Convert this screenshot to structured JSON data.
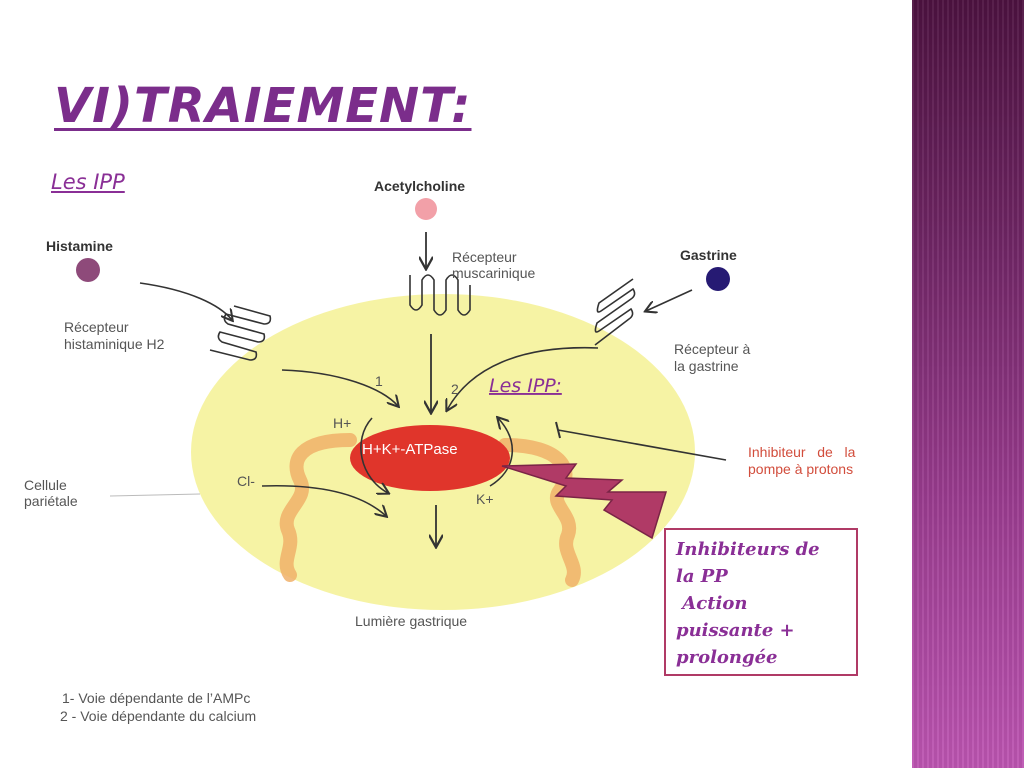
{
  "slide": {
    "title": "VI)TRAIEMENT:",
    "subtitle": "Les IPP"
  },
  "colors": {
    "title": "#7b2d8b",
    "cell": "#f6f3a4",
    "pump": "#e0352b",
    "accent_band": "#9a3c8f",
    "lightning": "#b03a66",
    "histamine_dot": "#8e4a7a",
    "acetylcholine_dot": "#f2a0a8",
    "gastrine_dot": "#261a73"
  },
  "diagram": {
    "histamine": "Histamine",
    "acetylcholine": "Acetylcholine",
    "gastrine": "Gastrine",
    "rec_muscarinique_1": "Récepteur",
    "rec_muscarinique_2": "muscarinique",
    "rec_h2_1": "Récepteur",
    "rec_h2_2": "histaminique H2",
    "rec_gastrine_1": "Récepteur à",
    "rec_gastrine_2": "la gastrine",
    "path_1": "1",
    "path_2": "2",
    "ipp_label": "Les IPP:",
    "h_plus": "H+",
    "pump": "H+K+-ATPase",
    "cl_minus": "Cl-",
    "k_plus": "K+",
    "cellule_1": "Cellule",
    "cellule_2": "pariétale",
    "inhibiteur_1": "Inhibiteur   de   la",
    "inhibiteur_2": "pompe à protons",
    "lumiere": "Lumière gastrique",
    "legend_1": "1- Voie dépendante de l’AMPc",
    "legend_2": "2 - Voie dépendante du calcium"
  },
  "info_box": {
    "line1": "Inhibiteurs de",
    "line2": "la PP",
    "line3": " Action",
    "line4": "puissante +",
    "line5": "prolongée"
  }
}
